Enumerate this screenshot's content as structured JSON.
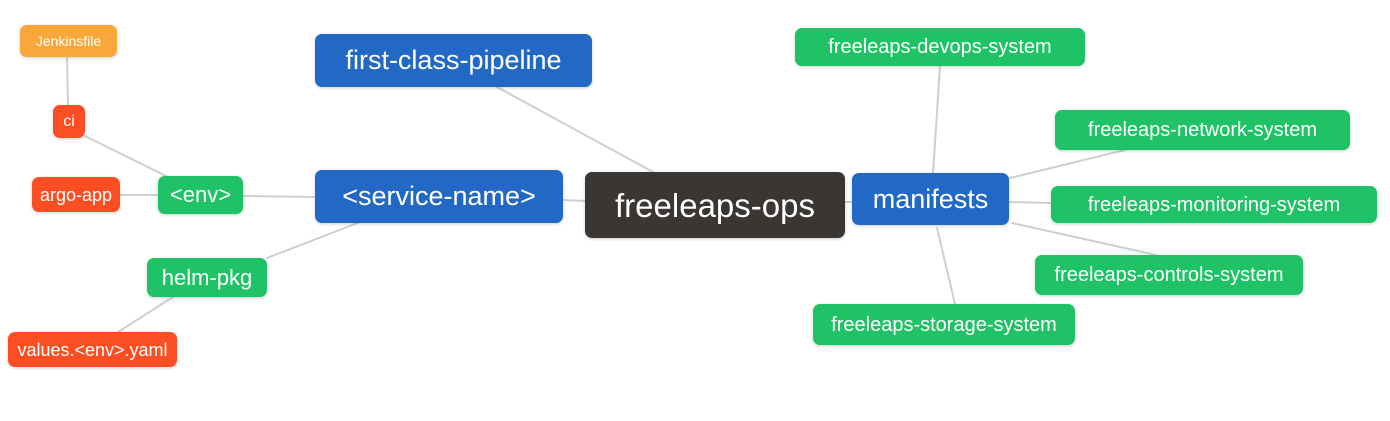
{
  "diagram": {
    "type": "mindmap",
    "root": "freeleaps-ops"
  },
  "colors": {
    "blue": "#2169c4",
    "green": "#20c266",
    "orange_red": "#fb4f23",
    "amber": "#f9a73b",
    "dark": "#3a3633",
    "edge_gray": "#cfcfcf",
    "background": "#ffffff",
    "text": "#ffffff"
  },
  "nodes": {
    "jenkinsfile": {
      "label": "Jenkinsfile"
    },
    "ci": {
      "label": "ci"
    },
    "argo_app": {
      "label": "argo-app"
    },
    "env": {
      "label": "<env>"
    },
    "helm_pkg": {
      "label": "helm-pkg"
    },
    "values_env_yaml": {
      "label": "values.<env>.yaml"
    },
    "first_class_pipeline": {
      "label": "first-class-pipeline"
    },
    "service_name": {
      "label": "<service-name>"
    },
    "freeleaps_ops": {
      "label": "freeleaps-ops"
    },
    "manifests": {
      "label": "manifests"
    },
    "devops_system": {
      "label": "freeleaps-devops-system"
    },
    "network_system": {
      "label": "freeleaps-network-system"
    },
    "monitoring_system": {
      "label": "freeleaps-monitoring-system"
    },
    "controls_system": {
      "label": "freeleaps-controls-system"
    },
    "storage_system": {
      "label": "freeleaps-storage-system"
    }
  },
  "edges": [
    [
      "jenkinsfile",
      "ci"
    ],
    [
      "ci",
      "env"
    ],
    [
      "argo_app",
      "env"
    ],
    [
      "env",
      "service_name"
    ],
    [
      "helm_pkg",
      "service_name"
    ],
    [
      "values_env_yaml",
      "helm_pkg"
    ],
    [
      "first_class_pipeline",
      "freeleaps_ops"
    ],
    [
      "service_name",
      "freeleaps_ops"
    ],
    [
      "freeleaps_ops",
      "manifests"
    ],
    [
      "manifests",
      "devops_system"
    ],
    [
      "manifests",
      "network_system"
    ],
    [
      "manifests",
      "monitoring_system"
    ],
    [
      "manifests",
      "controls_system"
    ],
    [
      "manifests",
      "storage_system"
    ]
  ]
}
